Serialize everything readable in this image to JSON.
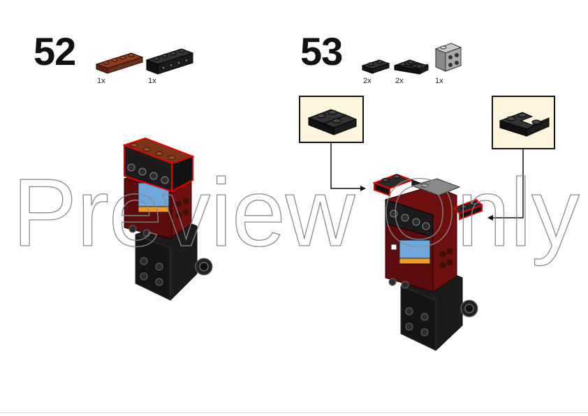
{
  "steps": [
    {
      "number": "52",
      "parts": [
        {
          "name": "brown-plate-1x4-icon",
          "qty": "1x",
          "color": "#6b2e1a"
        },
        {
          "name": "black-brick-1x4-side-studs-icon",
          "qty": "1x",
          "color": "#1c1c1c"
        }
      ]
    },
    {
      "number": "53",
      "parts": [
        {
          "name": "black-plate-1x2-icon",
          "qty": "2x",
          "color": "#1c1c1c"
        },
        {
          "name": "black-plate-2x2-corner-icon",
          "qty": "2x",
          "color": "#1c1c1c"
        },
        {
          "name": "grey-bracket-1x2-2x2-icon",
          "qty": "1x",
          "color": "#a9a9a9"
        }
      ]
    }
  ],
  "watermark": "Preview Only",
  "colors": {
    "callout_bg": "#fdf5dc",
    "highlight": "#e00000",
    "dark_red": "#6e0f10",
    "black_brick": "#1c1c1c",
    "blue": "#6fa8dc",
    "orange": "#f49a2a"
  }
}
